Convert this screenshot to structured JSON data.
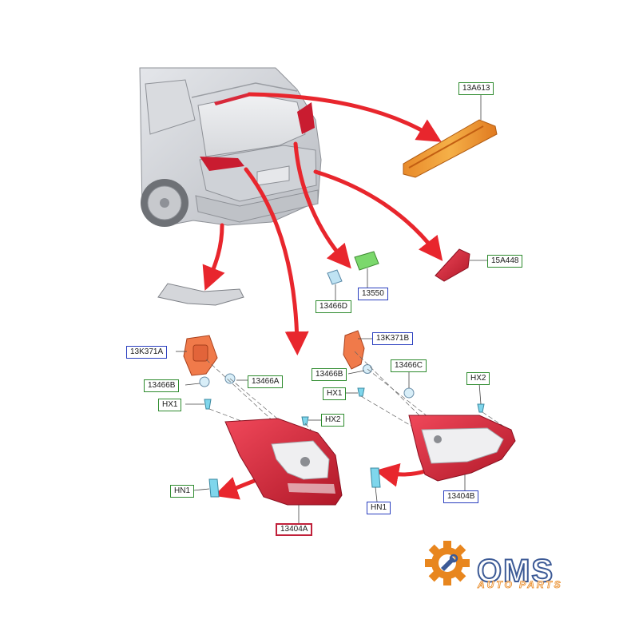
{
  "callouts": {
    "c13A613": "13A613",
    "c15A448": "15A448",
    "c13550": "13550",
    "c13466D": "13466D",
    "c13K371A": "13K371A",
    "c13466A": "13466A",
    "c13466B_left": "13466B",
    "cHX1_left": "HX1",
    "cHX2_left": "HX2",
    "cHN1_left": "HN1",
    "c13404A": "13404A",
    "c13K371B": "13K371B",
    "c13466B_right": "13466B",
    "c13466C": "13466C",
    "cHX1_right": "HX1",
    "cHX2_right": "HX2",
    "cHN1_right": "HN1",
    "c13404B": "13404B"
  },
  "logo": {
    "word": "OMS",
    "tagline": "AUTO PARTS",
    "icon": "gear-wrench-icon"
  },
  "colors": {
    "arrow_red": "#e8262d",
    "callout_green": "#2e8b2e",
    "callout_blue": "#2a3fbf",
    "callout_red": "#c0203a",
    "lamp_red": "#d8293a",
    "logo_orange": "#e8861e",
    "logo_blue": "#3c5a96"
  }
}
